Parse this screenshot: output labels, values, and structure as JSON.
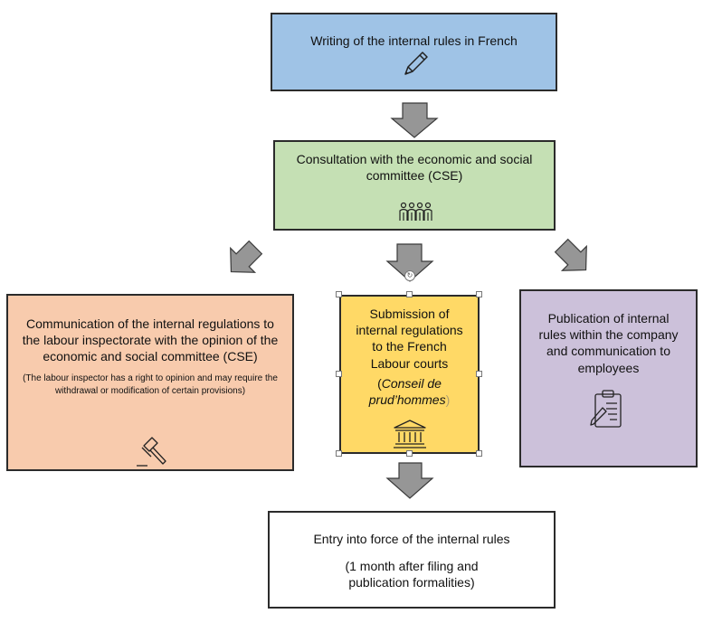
{
  "boxes": {
    "writing": {
      "title": "Writing of the internal rules in French",
      "color": "#9fc3e6",
      "icon": "pen-icon"
    },
    "consultation": {
      "title": "Consultation with the economic and social committee (CSE)",
      "color": "#c5e0b4",
      "icon": "people-group-icon"
    },
    "communication": {
      "title": "Communication of the internal regulations to the labour inspectorate with the opinion of the economic and social committee (CSE)",
      "note": "(The labour inspector has a right to opinion and may require the withdrawal or modification of certain provisions)",
      "color": "#f8cbad",
      "icon": "gavel-icon"
    },
    "submission": {
      "title": "Submission of internal regulations to the French Labour courts",
      "italic": "Conseil de prud’hommes",
      "paren_open": "(",
      "paren_close": ")",
      "color": "#ffd966",
      "icon": "courthouse-icon"
    },
    "publication": {
      "title": "Publication of internal rules within the company and communication to employees",
      "color": "#ccc1da",
      "icon": "clipboard-icon"
    },
    "entry": {
      "title": "Entry into force of the internal rules",
      "note": "(1 month after filing and publication formalities)",
      "color": "#ffffff"
    }
  },
  "colors": {
    "arrow_fill": "#969696",
    "arrow_stroke": "#3a3a3a"
  }
}
